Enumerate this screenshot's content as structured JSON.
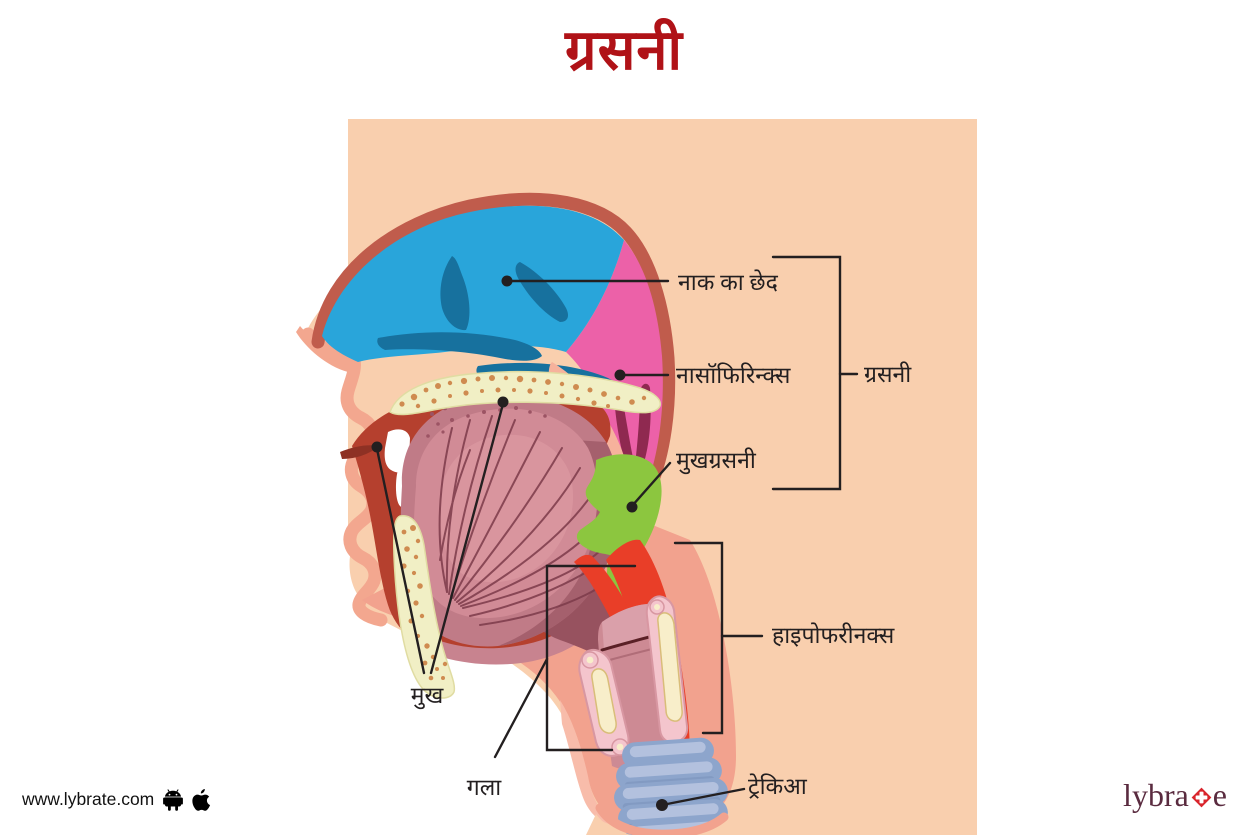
{
  "title": "ग्रसनी",
  "diagram": {
    "labels": {
      "nasal_opening": "नाक का छेद",
      "nasopharynx": "नासॉफिरिन्क्स",
      "pharynx_group": "ग्रसनी",
      "oropharynx": "मुखग्रसनी",
      "hypopharynx": "हाइपोफरीनक्स",
      "mouth": "मुख",
      "throat": "गला",
      "trachea": "ट्रेकिआ"
    },
    "colors": {
      "title_red": "#b01217",
      "panel_peach": "#f9cfae",
      "skin_salmon": "#f2a28e",
      "nasal_cavity_blue": "#29a5da",
      "nasal_streak_blue": "#17719e",
      "nasopharynx_pink": "#ec61a8",
      "oropharynx_green": "#8cc63f",
      "pharynx_red": "#e93e28",
      "tongue_mauve": "#c07b87",
      "mouth_dark_red": "#b5402e",
      "bone_cream": "#f1efc5",
      "cartilage_pink": "#f4c5cd",
      "trachea_blue_gray": "#8da5cc",
      "outline_maroon": "#c05c4c",
      "label_black": "#231f20"
    }
  },
  "footer": {
    "website": "www.lybrate.com",
    "android_icon": "android-icon",
    "apple_icon": "apple-icon",
    "brand_prefix": "lybra",
    "brand_suffix": "e",
    "brand_color": "#5a2b3f",
    "brand_plus_color": "#d9252c"
  }
}
